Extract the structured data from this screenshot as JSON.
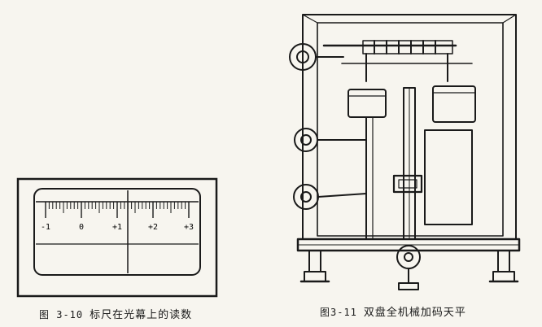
{
  "figure_left": {
    "number": "图 3-10",
    "title": "标尺在光幕上的读数",
    "scale_labels": [
      "-1",
      "0",
      "+1",
      "+2",
      "+3"
    ]
  },
  "figure_right": {
    "number": "图3-11",
    "title": "双盘全机械加码天平"
  },
  "colors": {
    "ink": "#1a1a1a",
    "paper": "#f7f5ef"
  }
}
